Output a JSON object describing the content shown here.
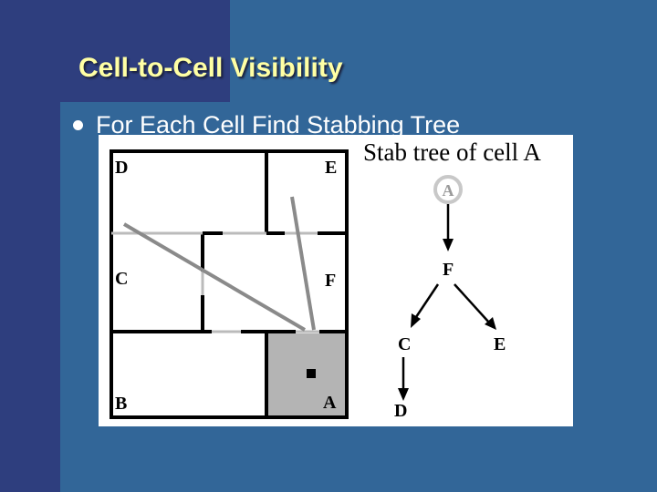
{
  "slide": {
    "title": "Cell-to-Cell Visibility",
    "bullet": "For Each Cell Find Stabbing Tree"
  },
  "floorplan": {
    "cells": [
      "D",
      "E",
      "C",
      "F",
      "B",
      "A"
    ]
  },
  "stab_tree": {
    "heading": "Stab tree of cell A",
    "root": "A",
    "nodes": [
      "F",
      "C",
      "E",
      "D"
    ]
  },
  "colors": {
    "background": "#326698",
    "accent_band": "#2e3e7e",
    "title": "#ffffa4",
    "text": "#ffffff",
    "highlighted_cell": "#b4b4b4"
  }
}
